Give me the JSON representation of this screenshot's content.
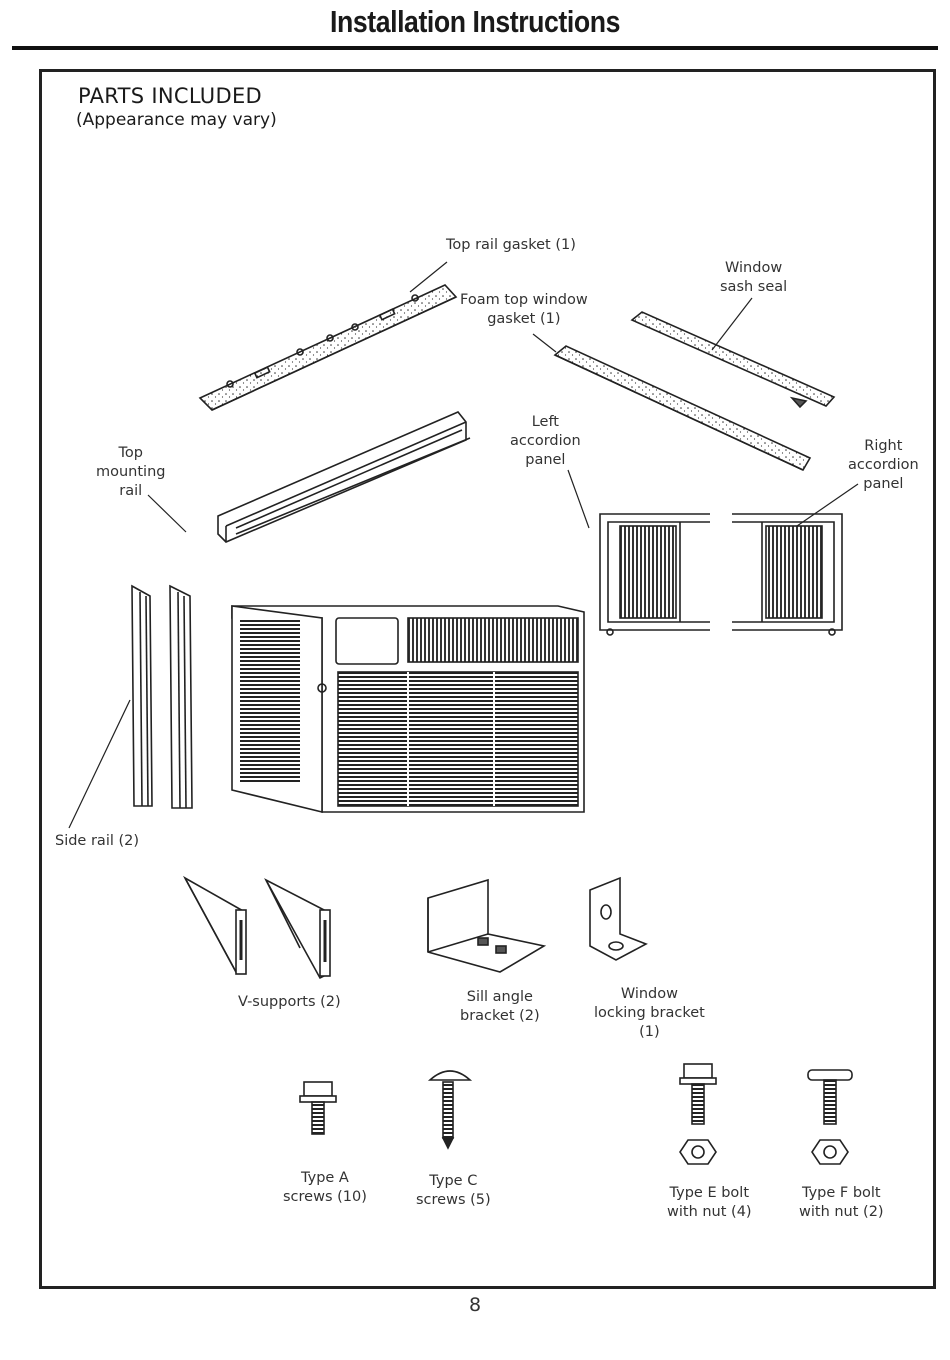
{
  "header": {
    "title": "Installation Instructions"
  },
  "section": {
    "title": "PARTS INCLUDED",
    "subtitle": "(Appearance may vary)"
  },
  "parts": {
    "top_rail_gasket": "Top rail gasket (1)",
    "foam_top_window_gasket": "Foam top window\ngasket (1)",
    "window_sash_seal": "Window\nsash seal",
    "top_mounting_rail": "Top\nmounting\nrail",
    "left_accordion_panel": "Left\naccordion\npanel",
    "right_accordion_panel": "Right\naccordion\npanel",
    "side_rail": "Side rail (2)",
    "v_supports": "V-supports (2)",
    "sill_angle_bracket": "Sill angle\nbracket (2)",
    "window_locking_bracket": "Window\nlocking bracket\n(1)",
    "type_a_screws": "Type A\nscrews (10)",
    "type_c_screws": "Type C\nscrews (5)",
    "type_e_bolt": "Type E bolt\nwith nut (4)",
    "type_f_bolt": "Type F bolt\nwith nut (2)"
  },
  "footer": {
    "page_number": "8"
  }
}
